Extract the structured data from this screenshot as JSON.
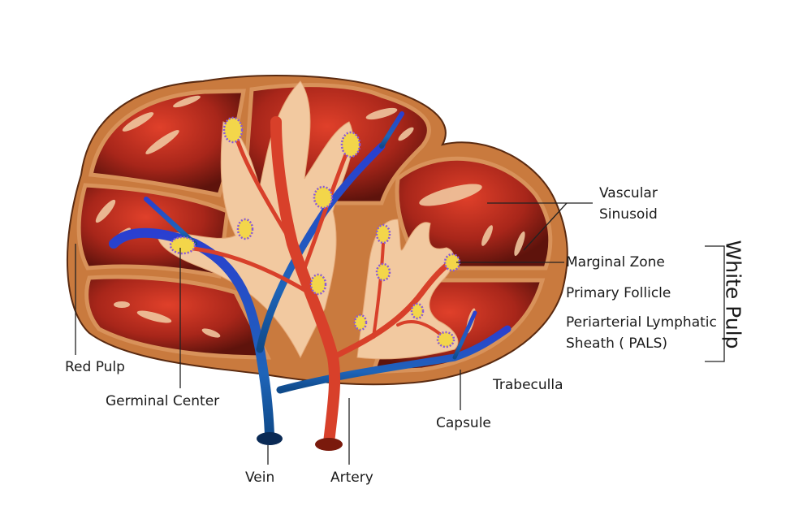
{
  "labels": {
    "vascular_sinusoid_1": "Vascular",
    "vascular_sinusoid_2": "Sinusoid",
    "marginal_zone": "Marginal Zone",
    "primary_follicle": "Primary Follicle",
    "pals_1": "Periarterial Lymphatic",
    "pals_2": "Sheath ( PALS)",
    "white_pulp": "White Pulp",
    "trabeculla": "Trabeculla",
    "capsule": "Capsule",
    "red_pulp": "Red Pulp",
    "germinal_center": "Germinal Center",
    "vein": "Vein",
    "artery": "Artery"
  },
  "colors": {
    "capsule": "#c97a3e",
    "red_pulp": "#a8261a",
    "white_pulp": "#f2c9a0",
    "vein": "#1f3fbf",
    "artery": "#d8402a",
    "follicle": "#f3d64a",
    "follicle_ring": "#8a5ad8"
  }
}
